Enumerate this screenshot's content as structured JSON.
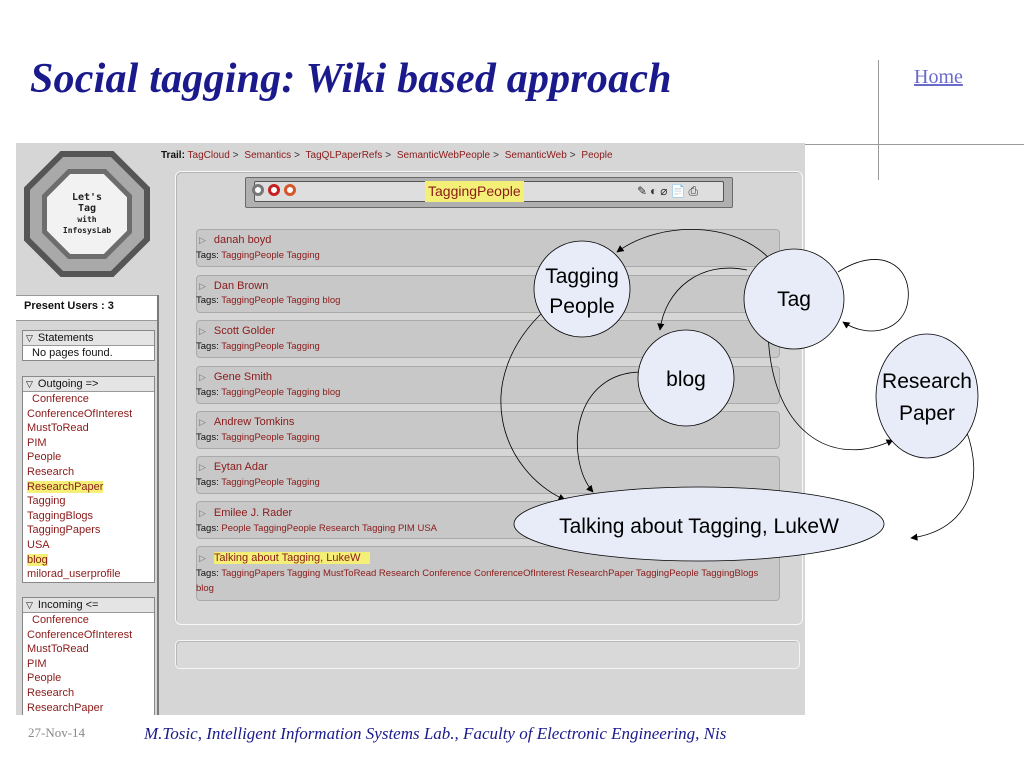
{
  "slide": {
    "title": "Social tagging: Wiki based approach",
    "home_link": "Home",
    "date": "27-Nov-14",
    "credit": "M.Tosic, Intelligent Information Systems Lab., Faculty of Electronic Engineering, Nis"
  },
  "logo": {
    "line1": "Let's",
    "line2": "Tag",
    "line3": "with",
    "line4": "InfosysLab"
  },
  "trail": {
    "label": "Trail:",
    "items": [
      "TagCloud",
      "Semantics",
      "TagQLPaperRefs",
      "SemanticWebPeople",
      "SemanticWeb",
      "People"
    ],
    "separator": ">"
  },
  "sidebar": {
    "present_users": "Present Users : 3",
    "statements": {
      "title": "Statements",
      "empty_text": "No pages found."
    },
    "outgoing": {
      "title": "Outgoing =>",
      "items": [
        "Conference",
        "ConferenceOfInterest",
        "MustToRead",
        "PIM",
        "People",
        "Research",
        "ResearchPaper",
        "Tagging",
        "TaggingBlogs",
        "TaggingPapers",
        "USA",
        "blog",
        "milorad_userprofile"
      ]
    },
    "incoming": {
      "title": "Incoming <=",
      "items": [
        "Conference",
        "ConferenceOfInterest",
        "MustToRead",
        "PIM",
        "People",
        "Research",
        "ResearchPaper"
      ]
    }
  },
  "page": {
    "name": "TaggingPeople",
    "tool_icons": "✎◐⌀📄⎙",
    "tags_label": "Tags:",
    "items": [
      {
        "name": "danah boyd",
        "tags": "TaggingPeople Tagging"
      },
      {
        "name": "Dan Brown",
        "tags": "TaggingPeople Tagging blog"
      },
      {
        "name": "Scott Golder",
        "tags": "TaggingPeople Tagging"
      },
      {
        "name": "Gene Smith",
        "tags": "TaggingPeople Tagging blog"
      },
      {
        "name": "Andrew Tomkins",
        "tags": "TaggingPeople Tagging"
      },
      {
        "name": "Eytan Adar",
        "tags": "TaggingPeople Tagging"
      },
      {
        "name": "Emilee J. Rader",
        "tags": "People TaggingPeople Research Tagging PIM USA"
      },
      {
        "name": "Talking about Tagging, LukeW",
        "tags": "TaggingPapers Tagging MustToRead Research Conference ConferenceOfInterest ResearchPaper TaggingPeople TaggingBlogs blog"
      }
    ]
  },
  "diagram": {
    "nodes": {
      "tagging_people_1": "Tagging",
      "tagging_people_2": "People",
      "tag": "Tag",
      "blog": "blog",
      "research_paper_1": "Research",
      "research_paper_2": "Paper",
      "talking": "Talking about Tagging, LukeW"
    },
    "node_fill": "#e8ecf8"
  },
  "colors": {
    "title": "#1a1a8c",
    "link": "#8b1a1a",
    "highlight": "#f4f077"
  }
}
